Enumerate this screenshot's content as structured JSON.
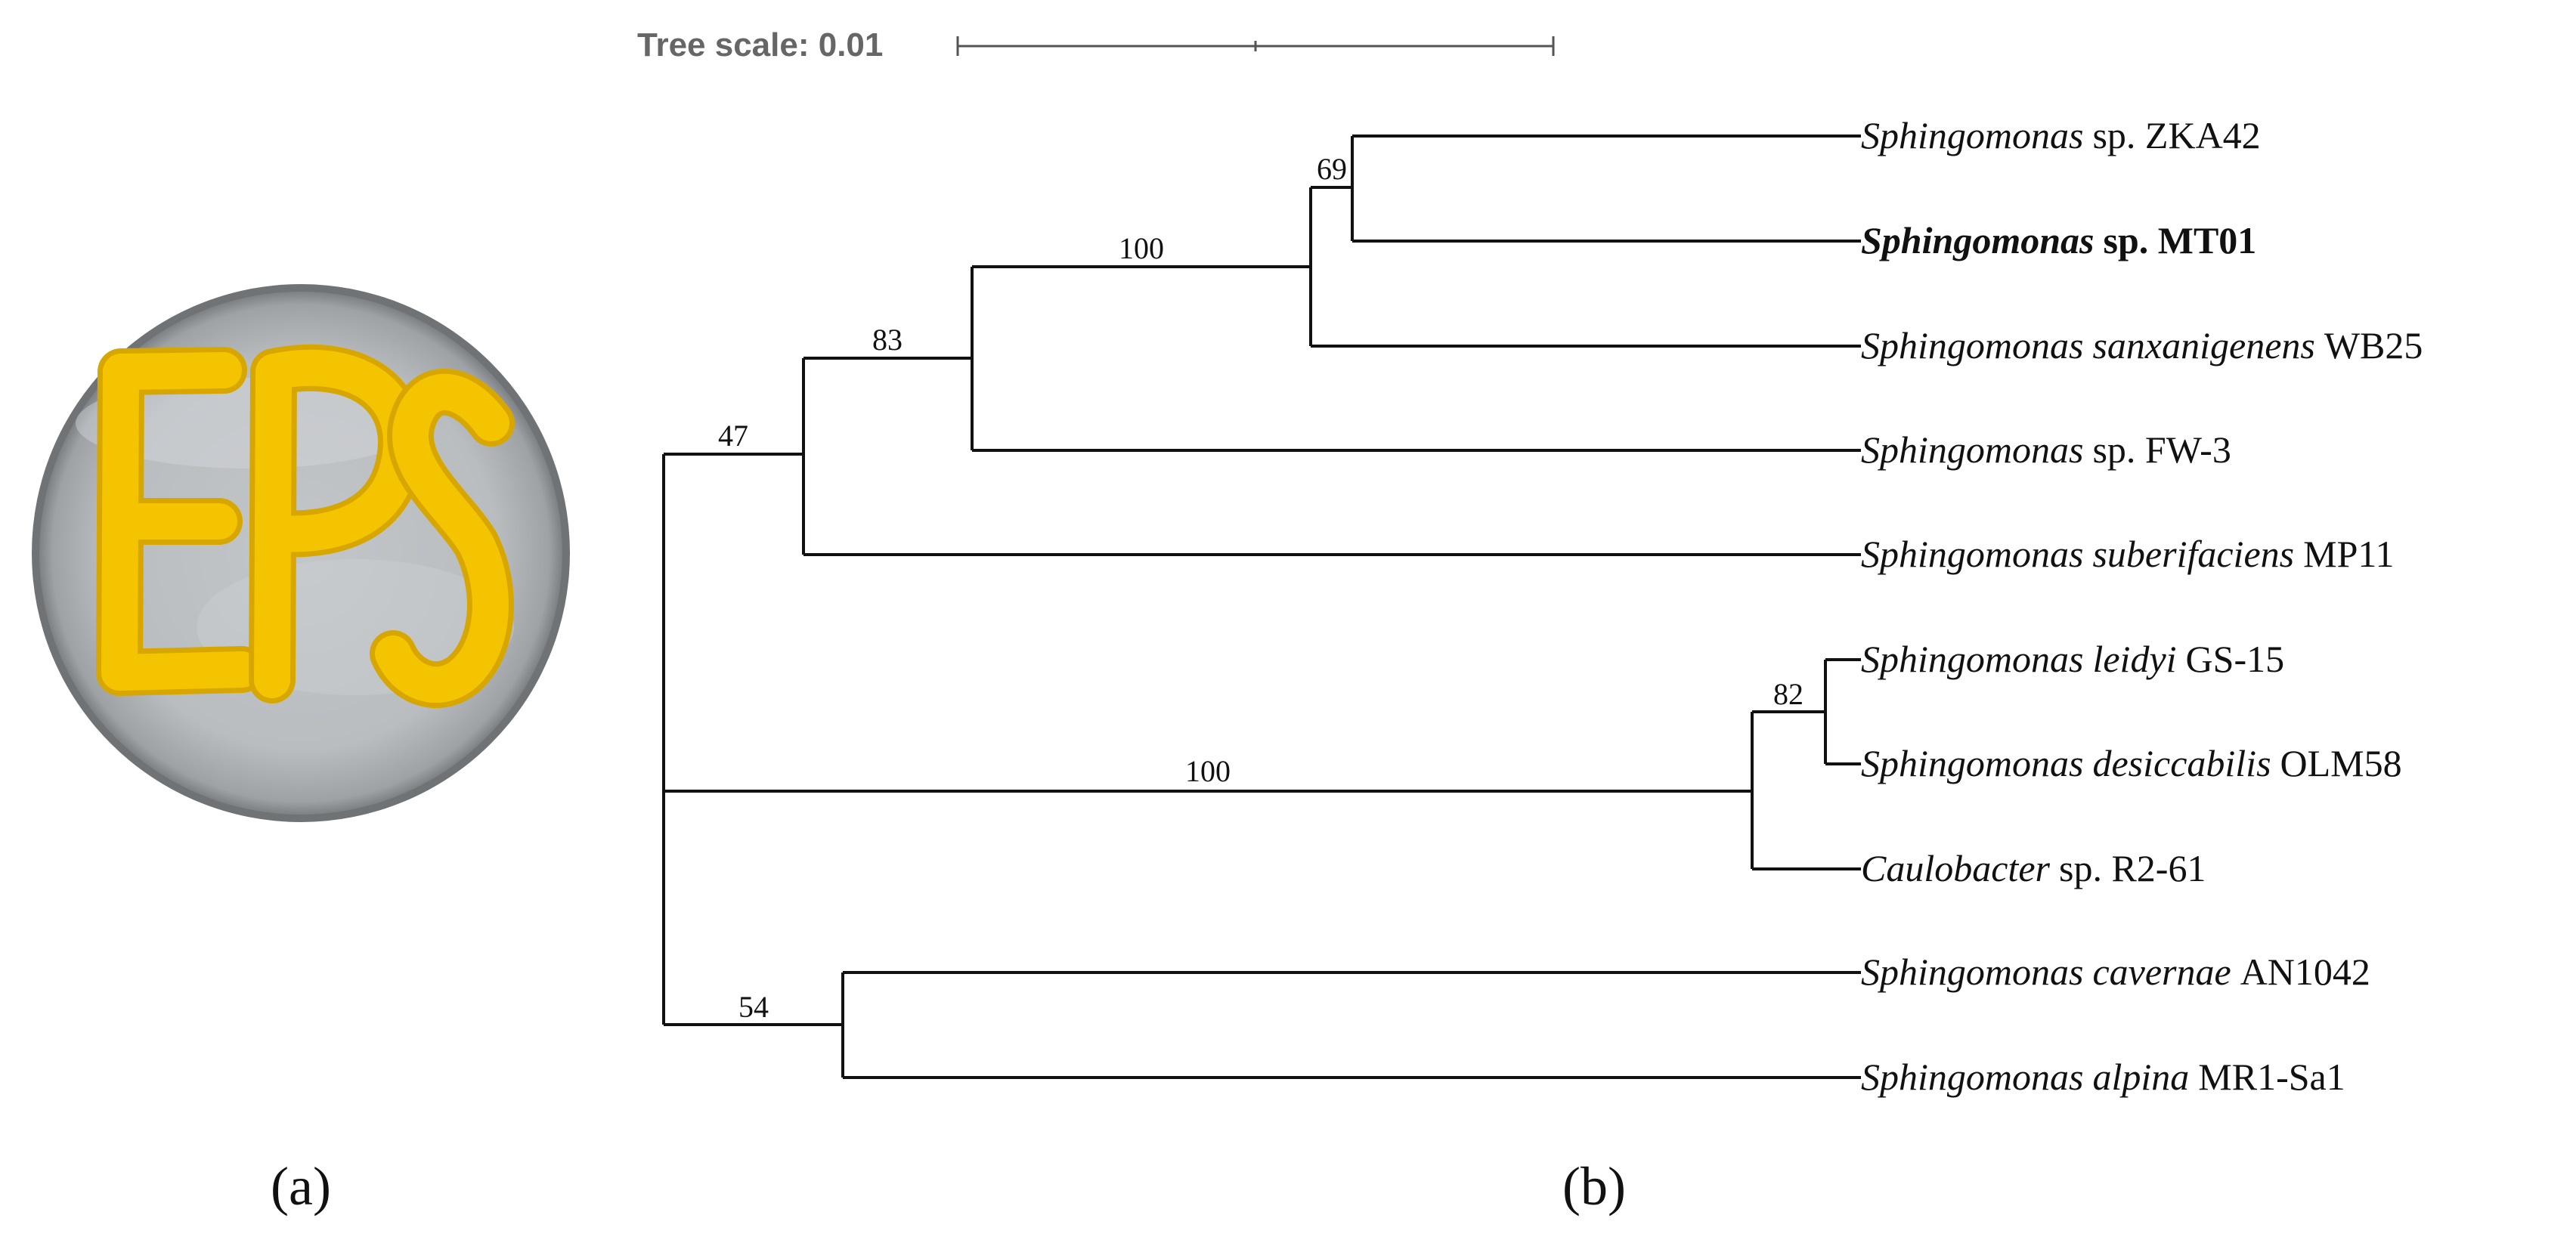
{
  "panel_labels": {
    "a": "(a)",
    "b": "(b)"
  },
  "petri_dish": {
    "colony_lettering": "EPS",
    "colors": {
      "colony": "#f2c200",
      "colony_edge": "#d9a800",
      "agar": "#c9cdd0",
      "rim": "#8e9296"
    }
  },
  "tree": {
    "scale_label": "Tree scale: 0.01",
    "bootstrap": {
      "n69": "69",
      "n100_upper": "100",
      "n83": "83",
      "n47": "47",
      "n82": "82",
      "n100_lower": "100",
      "n54": "54"
    },
    "taxa": [
      {
        "genus": "Sphingomonas",
        "species": "",
        "strain": "sp. ZKA42",
        "bold": false
      },
      {
        "genus": "Sphingomonas",
        "species": "",
        "strain": "sp. MT01",
        "bold": true
      },
      {
        "genus": "Sphingomonas",
        "species": "sanxanigenens",
        "strain": "WB25",
        "bold": false
      },
      {
        "genus": "Sphingomonas",
        "species": "",
        "strain": "sp. FW-3",
        "bold": false
      },
      {
        "genus": "Sphingomonas",
        "species": "suberifaciens",
        "strain": "MP11",
        "bold": false
      },
      {
        "genus": "Sphingomonas",
        "species": "leidyi",
        "strain": "GS-15",
        "bold": false
      },
      {
        "genus": "Sphingomonas",
        "species": "desiccabilis",
        "strain": "OLM58",
        "bold": false
      },
      {
        "genus": "Caulobacter",
        "species": "",
        "strain": "sp. R2-61",
        "bold": false
      },
      {
        "genus": "Sphingomonas",
        "species": "cavernae",
        "strain": "AN1042",
        "bold": false
      },
      {
        "genus": "Sphingomonas",
        "species": "alpina",
        "strain": "MR1-Sa1",
        "bold": false
      }
    ],
    "colors": {
      "line": "#111111",
      "scale_text": "#666666",
      "scale_bar": "#555555"
    }
  }
}
